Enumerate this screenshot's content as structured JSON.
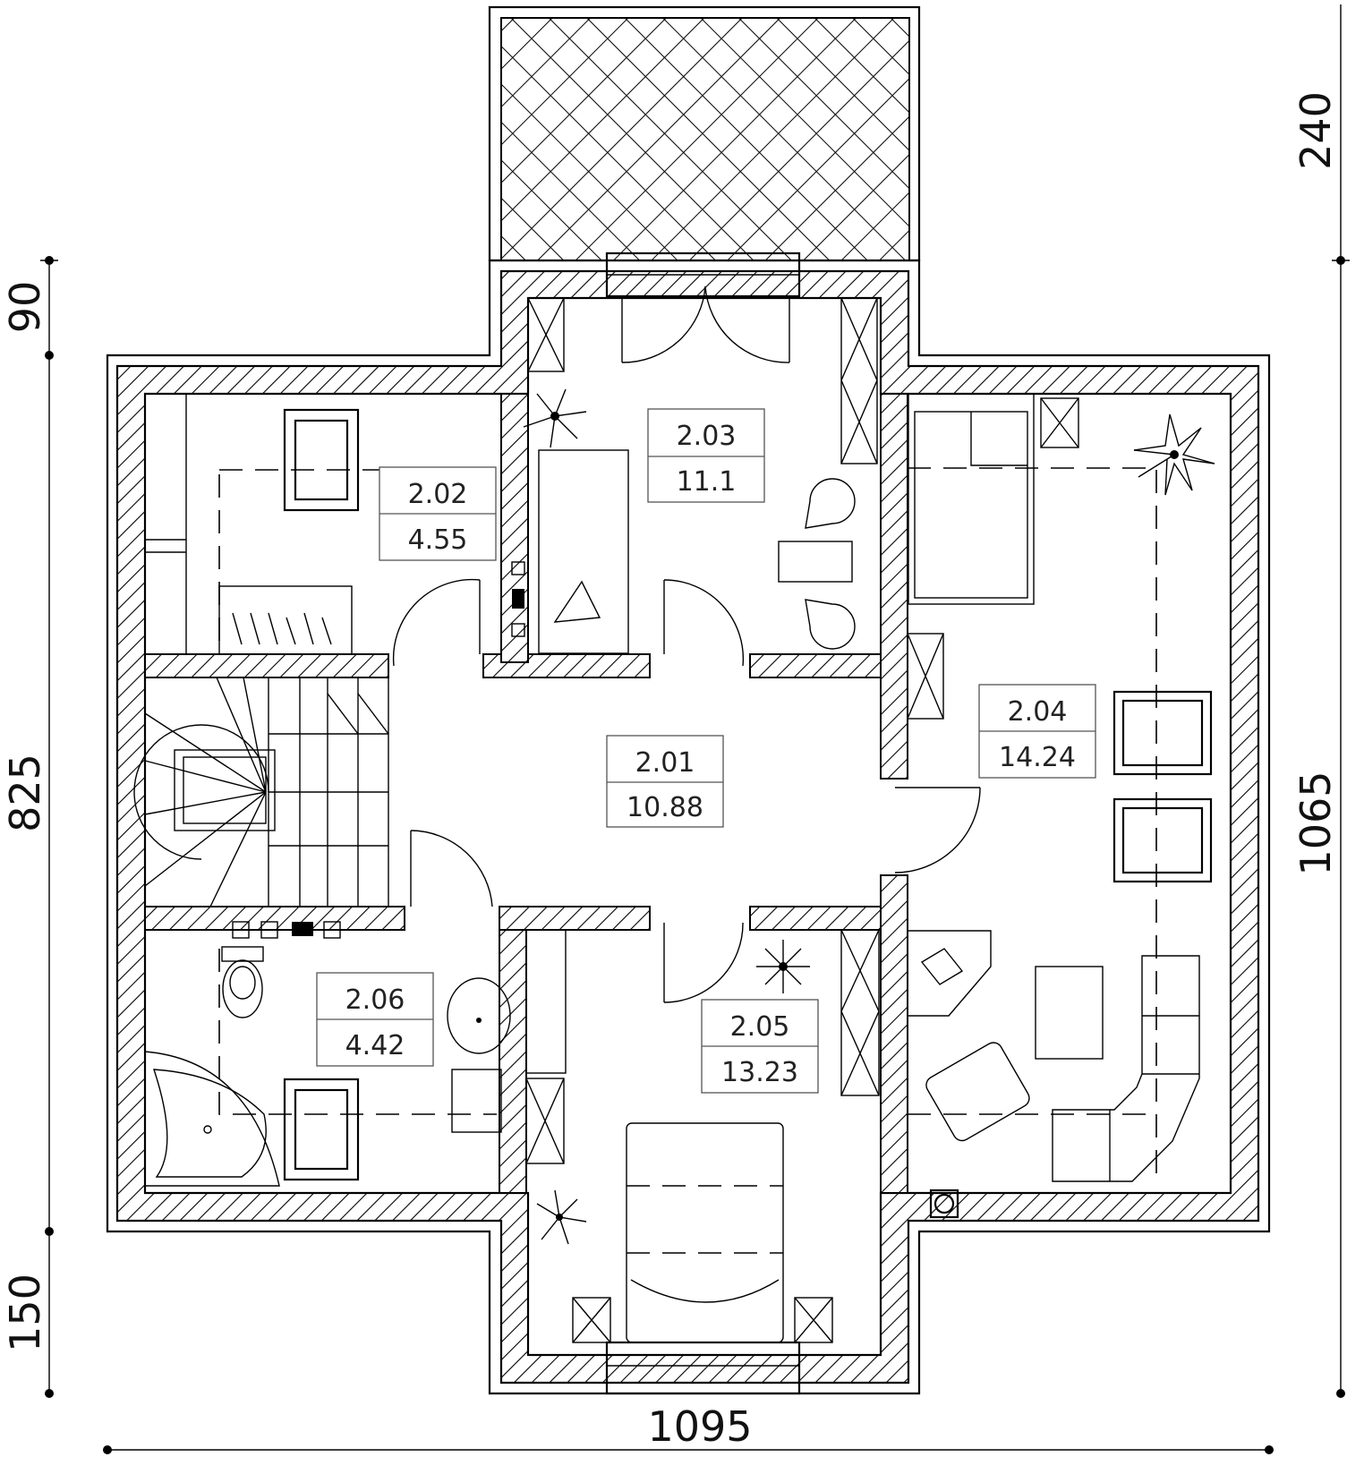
{
  "rooms": {
    "r201": {
      "number": "2.01",
      "area": "10.88"
    },
    "r202": {
      "number": "2.02",
      "area": "4.55"
    },
    "r203": {
      "number": "2.03",
      "area": "11.1"
    },
    "r204": {
      "number": "2.04",
      "area": "14.24"
    },
    "r205": {
      "number": "2.05",
      "area": "13.23"
    },
    "r206": {
      "number": "2.06",
      "area": "4.42"
    }
  },
  "dimensions": {
    "left_top": "90",
    "left_middle": "825",
    "left_bottom": "150",
    "right_top": "240",
    "right_middle": "1065",
    "bottom_width": "1095"
  }
}
